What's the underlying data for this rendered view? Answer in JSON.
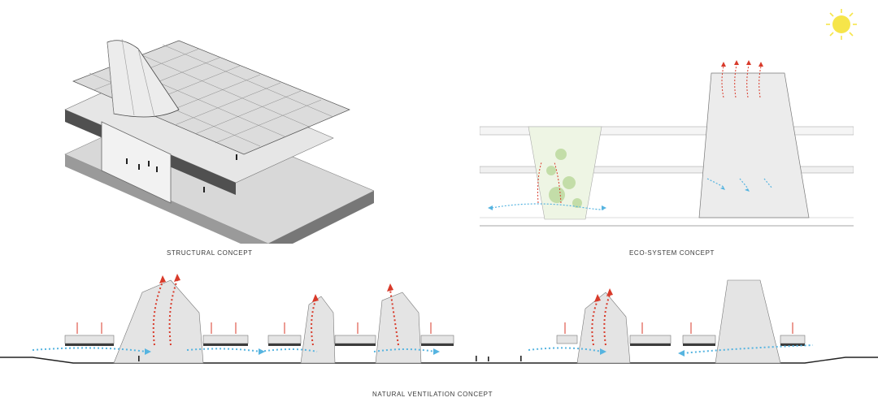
{
  "captions": {
    "structural": "STRUCTURAL CONCEPT",
    "eco": "ECO-SYSTEM CONCEPT",
    "ventilation": "NATURAL VENTILATION CONCEPT"
  },
  "colors": {
    "warm_air": "#d83a2a",
    "cool_air": "#56b4e0",
    "sun": "#f6e54a",
    "structure_gray": "#bdbdbd",
    "dark_slab": "#3c3c3c"
  },
  "icons": [
    "sun-icon"
  ]
}
